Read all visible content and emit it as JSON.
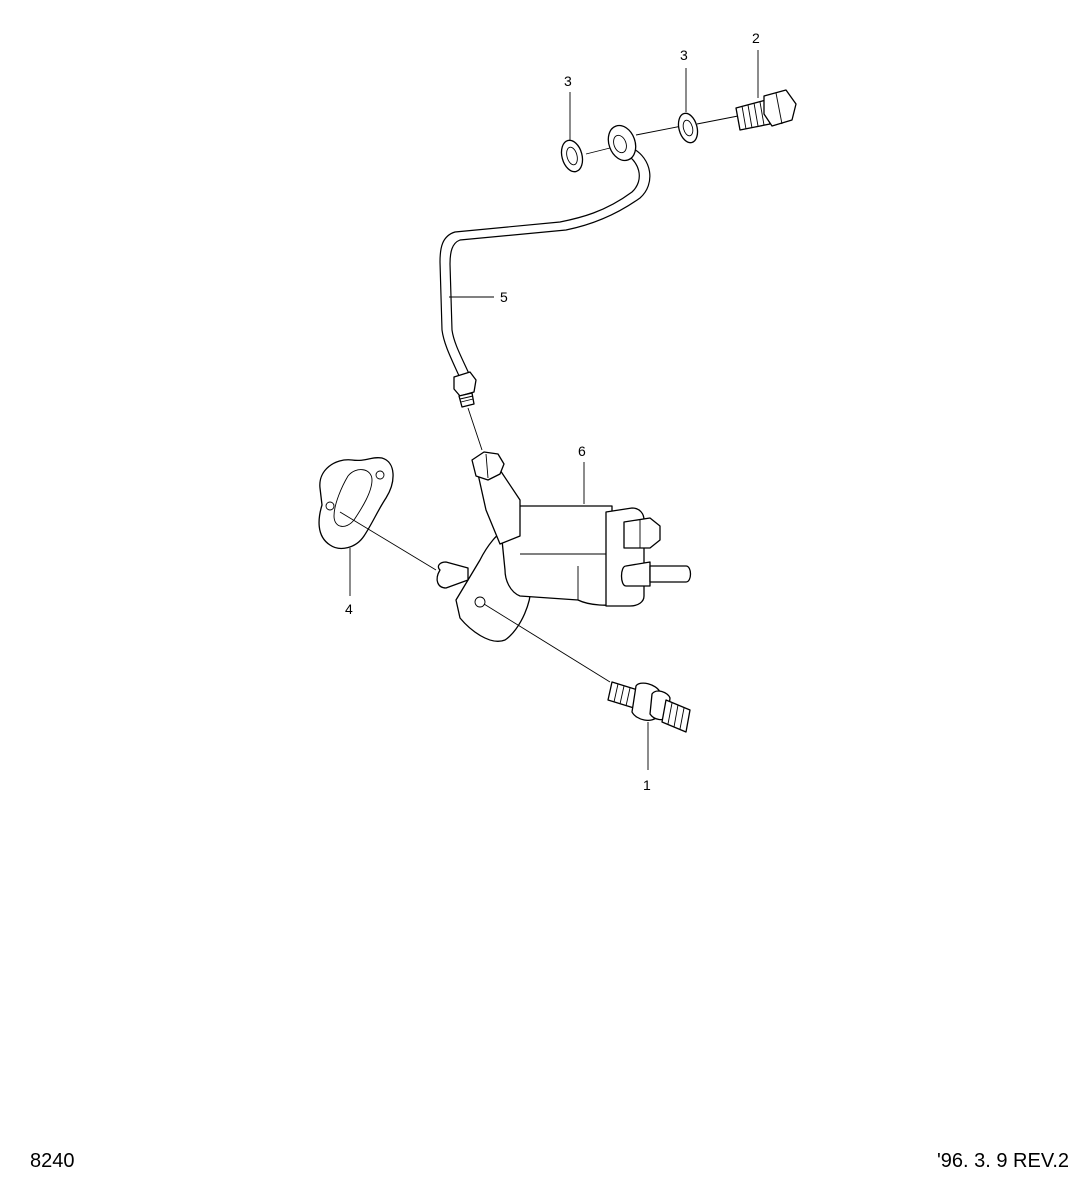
{
  "callouts": {
    "c1": "1",
    "c2": "2",
    "c3a": "3",
    "c3b": "3",
    "c4": "4",
    "c5": "5",
    "c6": "6"
  },
  "footer": {
    "left": "8240",
    "right": "'96. 3. 9 REV.2"
  }
}
